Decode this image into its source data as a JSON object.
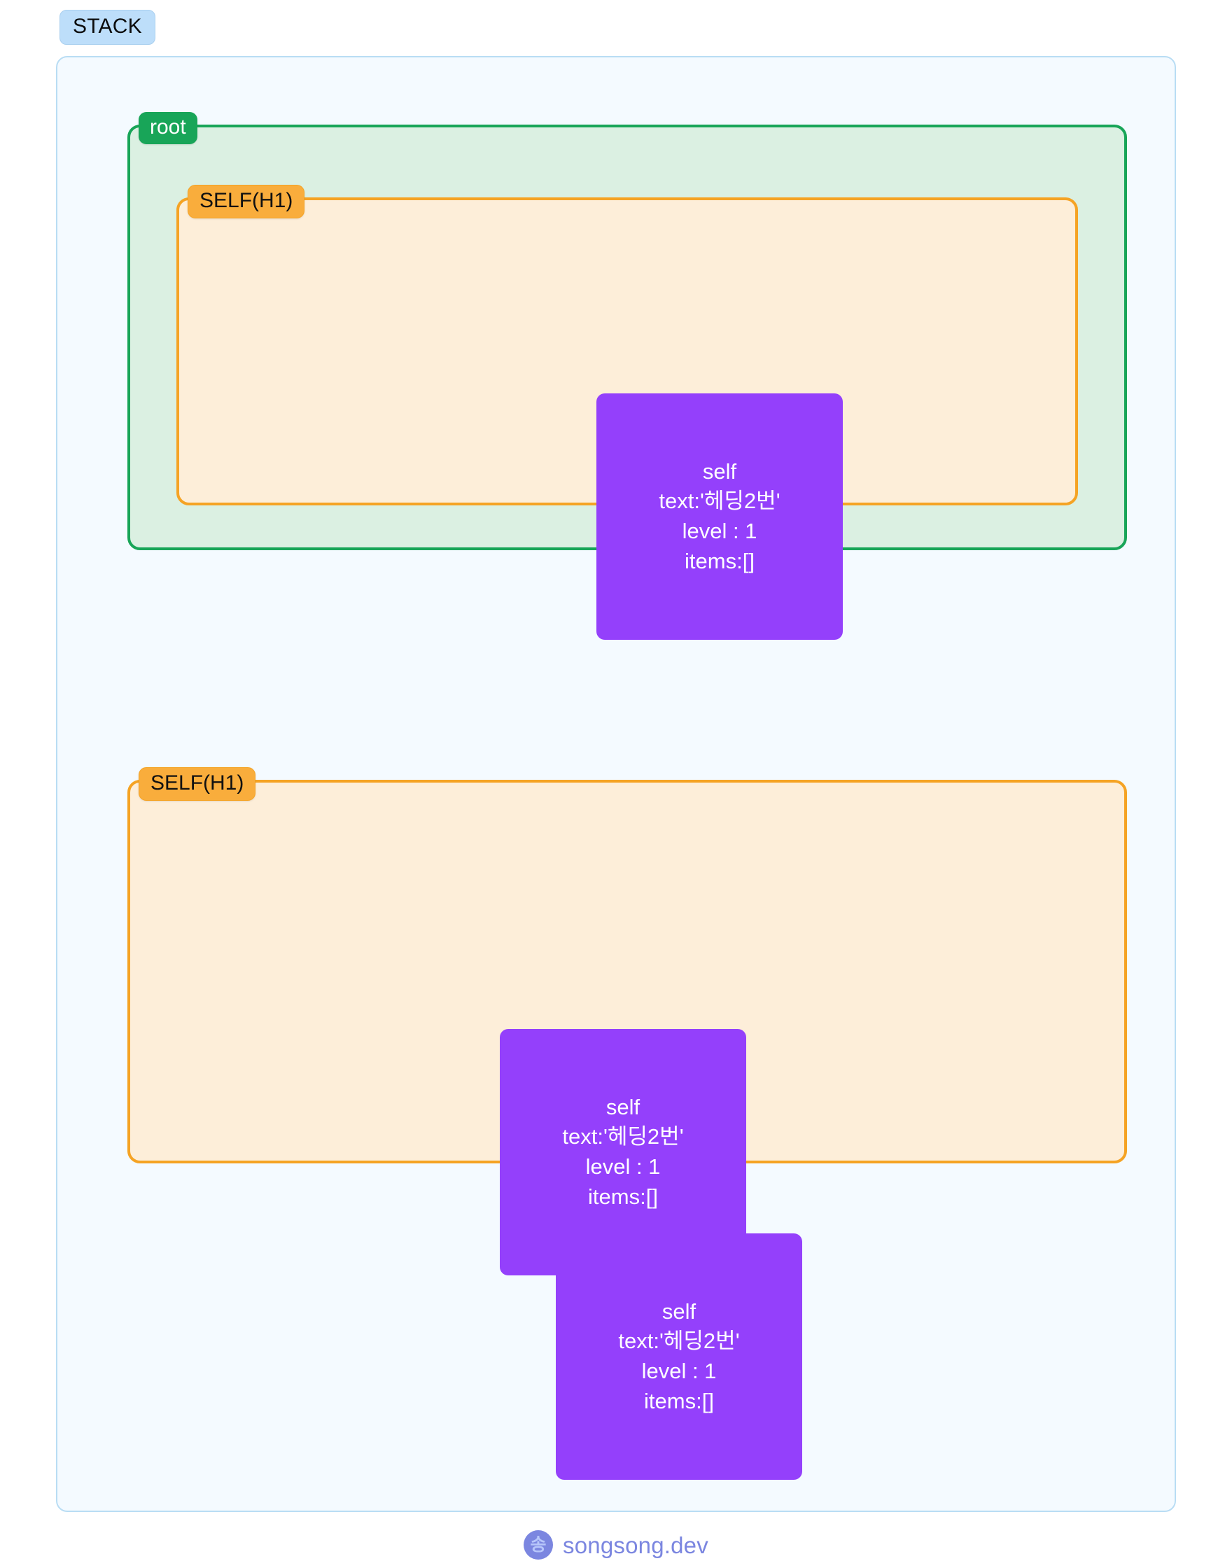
{
  "badge": {
    "label": "STACK",
    "bg_color": "#bddefa",
    "text_color": "#0c0c0c"
  },
  "frame": {
    "bg_color": "#f4faff",
    "border_color": "#b9ddf4"
  },
  "regions": [
    {
      "name": "root",
      "label": "root",
      "type": "root",
      "bg_color": "#dbf0e2",
      "border_color": "#18a558",
      "label_bg": "#18a558",
      "label_text_color": "#ffffff"
    },
    {
      "name": "self-h1-nested",
      "label": "SELF(H1)",
      "type": "frame",
      "bg_color": "#fdeed9",
      "border_color": "#f5a324",
      "label_bg": "#f9ad3c",
      "label_text_color": "#111111"
    },
    {
      "name": "self-h1-standalone",
      "label": "SELF(H1)",
      "type": "frame",
      "bg_color": "#fdeed9",
      "border_color": "#f5a324",
      "label_bg": "#f9ad3c",
      "label_text_color": "#111111"
    }
  ],
  "cards": [
    {
      "title": "self",
      "text_line": "text:'헤딩2번'",
      "level_line": "level : 1",
      "items_line": "items:[]",
      "bg_color": "#9440fb",
      "text_color": "#ffffff"
    },
    {
      "title": "self",
      "text_line": "text:'헤딩2번'",
      "level_line": "level : 1",
      "items_line": "items:[]",
      "bg_color": "#9440fb",
      "text_color": "#ffffff"
    },
    {
      "title": "self",
      "text_line": "text:'헤딩2번'",
      "level_line": "level : 1",
      "items_line": "items:[]",
      "bg_color": "#9440fb",
      "text_color": "#ffffff"
    }
  ],
  "footer": {
    "logo_glyph": "송",
    "site": "songsong.dev",
    "accent_color": "#7b86e0"
  }
}
